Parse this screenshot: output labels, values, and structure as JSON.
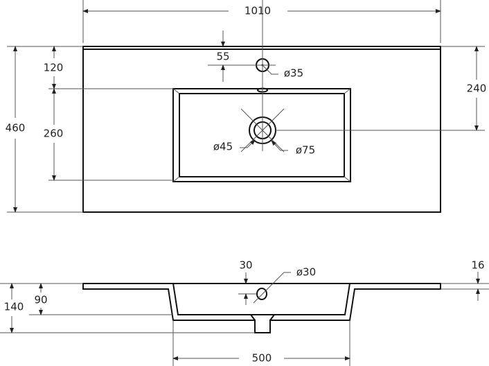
{
  "top_view": {
    "overall_width": "1010",
    "overall_depth": "460",
    "front_to_basin": "120",
    "basin_depth": "260",
    "back_to_drain": "240",
    "tap_hole_offset": "55",
    "tap_hole_diameter": "ø35",
    "drain_inner_diameter": "ø45",
    "drain_outer_diameter": "ø75"
  },
  "side_view": {
    "total_height": "140",
    "basin_height": "90",
    "overflow_offset": "30",
    "overflow_diameter": "ø30",
    "slab_thickness": "16",
    "basin_width": "500"
  }
}
